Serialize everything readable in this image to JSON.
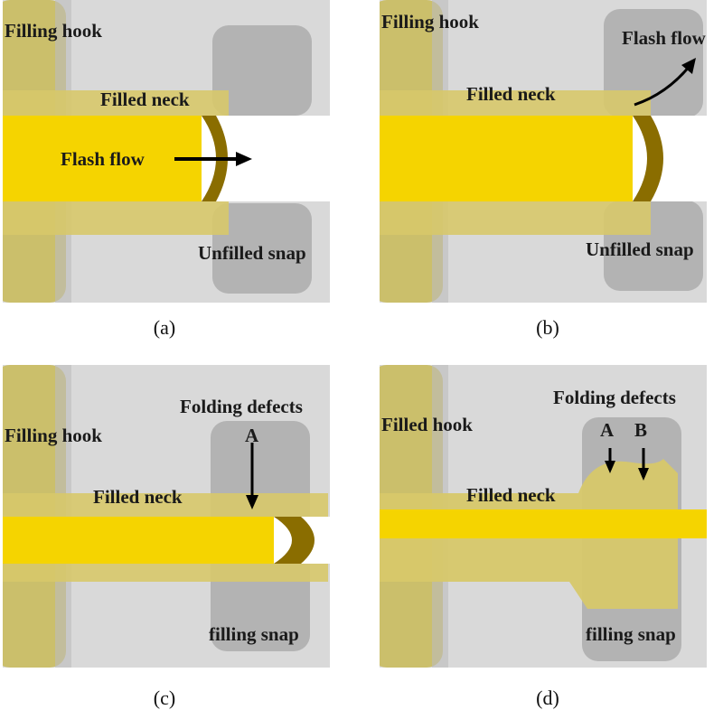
{
  "panels": [
    {
      "id": "a",
      "caption": "(a)",
      "labels": {
        "hook": "Filling hook",
        "neck": "Filled neck",
        "flow": "Flash flow",
        "snap": "Unfilled snap"
      }
    },
    {
      "id": "b",
      "caption": "(b)",
      "labels": {
        "hook": "Filling hook",
        "neck": "Filled neck",
        "flow": "Flash flow",
        "snap": "Unfilled snap"
      }
    },
    {
      "id": "c",
      "caption": "(c)",
      "labels": {
        "hook": "Filling hook",
        "neck": "Filled neck",
        "defects": "Folding defects",
        "markA": "A",
        "snap": "filling snap"
      }
    },
    {
      "id": "d",
      "caption": "(d)",
      "labels": {
        "hook": "Filled hook",
        "neck": "Filled neck",
        "defects": "Folding defects",
        "markA": "A",
        "markB": "B",
        "snap": "filling snap"
      }
    }
  ],
  "colors": {
    "background": "#d9d9d9",
    "mold_gray": "#bdbdbd",
    "snap_gray": "#a9a9a9",
    "filled_yellow": "#f5d400",
    "neck_olive": "#d7c86a",
    "hook_olive": "#c9bb5e",
    "end_brown": "#8a6d00"
  }
}
